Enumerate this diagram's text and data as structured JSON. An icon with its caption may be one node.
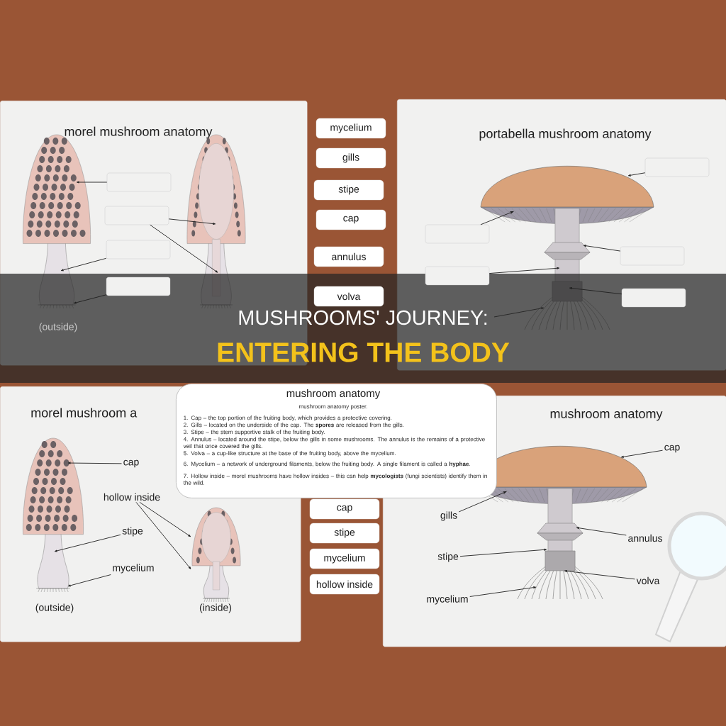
{
  "diagram": {
    "title": "MUSHROOMS' JOURNEY:",
    "caption": "ENTERING THE BODY",
    "nodes": [
      {
        "text": [
          "morel mushroom anatomy"
        ]
      },
      {
        "text": [],
        "shape": "box",
        "in": 0
      },
      {
        "text": [],
        "shape": "box",
        "in": 0
      },
      {
        "text": [],
        "shape": "box",
        "in": 0
      },
      {
        "text": [],
        "shape": "box",
        "in": 0
      },
      {
        "text": [
          "mycelium"
        ]
      },
      {
        "text": [
          "gills"
        ]
      },
      {
        "text": [
          "stipe"
        ]
      },
      {
        "text": [
          "cap"
        ]
      },
      {
        "text": [
          "annulus"
        ]
      },
      {
        "text": [
          "volva"
        ]
      },
      {
        "text": [
          "portabella mushroom anatomy"
        ]
      },
      {
        "text": [],
        "shape": "box",
        "in": 11
      },
      {
        "text": [],
        "shape": "box",
        "in": 11
      },
      {
        "text": [],
        "shape": "box",
        "in": 11
      },
      {
        "text": [],
        "shape": "box",
        "in": 11
      },
      {
        "text": [],
        "shape": "box",
        "in": 11
      },
      {
        "text": [
          "mushroom anatomy",
          "mushroom anatomy poster.",
          "1. Cap – the top portion of the fruiting body, which provides a protective covering.",
          "2. Gills – located on the underside of the cap. The **spores** are released from the gills.",
          "3. Stipe – the stem supportive stalk of the fruiting body.",
          "4. Annulus – located around the stipe, below the gills in some mushrooms. The annulus is the remains of a protective veil that once covered the gills.",
          "5. Volva – a cup-like structure at the base of the fruiting body, above the mycelium.",
          "6. Mycelium – a network of underground filaments, below the fruiting body. A single filament is called a **hyphae**.",
          "7. Hollow inside – morel mushrooms have hollow insides – this can help **mycologists** (fungi scientists) identify them in the wild."
        ]
      },
      {
        "text": [
          "morel mushroom a"
        ]
      },
      {
        "text": [
          "cap"
        ],
        "in": 18
      },
      {
        "text": [
          "hollow inside"
        ],
        "in": 18
      },
      {
        "text": [
          "stipe"
        ],
        "in": 18
      },
      {
        "text": [
          "mycelium"
        ],
        "in": 18
      },
      {
        "text": [
          "cap"
        ]
      },
      {
        "text": [
          "stipe"
        ]
      },
      {
        "text": [
          "mycelium"
        ]
      },
      {
        "text": [
          "hollow inside"
        ]
      },
      {
        "text": [
          "mushroom anatomy"
        ]
      },
      {
        "text": [
          "cap"
        ],
        "in": 27
      },
      {
        "text": [
          "gills"
        ],
        "in": 27
      },
      {
        "text": [
          "annulus"
        ],
        "in": 27
      },
      {
        "text": [
          "stipe"
        ],
        "in": 27
      },
      {
        "text": [
          "volva"
        ],
        "in": 27
      },
      {
        "text": [
          "mycelium"
        ],
        "in": 27
      },
      {
        "text": [],
        "shape": "picture",
        "in": 18
      }
    ],
    "edges": [
      {
        "from": 1,
        "to": null,
        "arrow": "to"
      },
      {
        "from": 2,
        "to": null,
        "arrow": "to"
      },
      {
        "from": 2,
        "to": null,
        "arrow": "to"
      },
      {
        "from": 3,
        "to": null,
        "arrow": "to"
      },
      {
        "from": 4,
        "to": null,
        "arrow": "to"
      },
      {
        "from": 12,
        "to": null,
        "arrow": "to"
      },
      {
        "from": 13,
        "to": null,
        "arrow": "to"
      },
      {
        "from": 14,
        "to": null,
        "arrow": "to"
      },
      {
        "from": 15,
        "to": null,
        "arrow": "to"
      },
      {
        "from": 16,
        "to": null,
        "arrow": "to"
      },
      {
        "from": 19,
        "to": null,
        "arrow": "to"
      },
      {
        "from": 20,
        "to": 34,
        "arrow": "to"
      },
      {
        "from": 20,
        "to": 34,
        "arrow": "to"
      },
      {
        "from": 21,
        "to": null,
        "arrow": "to"
      },
      {
        "from": 22,
        "to": null,
        "arrow": "to"
      },
      {
        "from": 28,
        "to": null,
        "arrow": "to"
      },
      {
        "from": 29,
        "to": null,
        "arrow": "to"
      },
      {
        "from": 30,
        "to": null,
        "arrow": "to"
      },
      {
        "from": 31,
        "to": null,
        "arrow": "to"
      },
      {
        "from": 32,
        "to": null,
        "arrow": "to"
      },
      {
        "from": 33,
        "to": null,
        "arrow": "to"
      }
    ],
    "labels": [
      "(outside)",
      "(outside)",
      "(inside)"
    ]
  }
}
